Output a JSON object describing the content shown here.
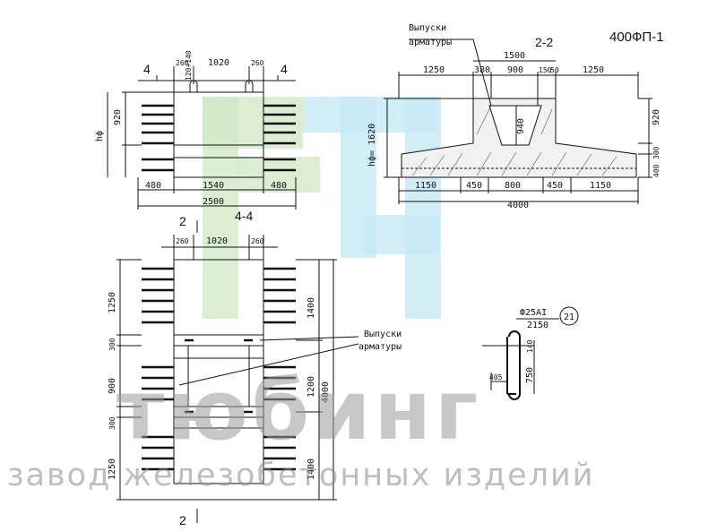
{
  "sheet": {
    "code": "400ФП-1"
  },
  "watermark": {
    "brand": "тюбинг",
    "subtitle": "завод железобетонных изделий"
  },
  "section_22": {
    "title": "2-2",
    "rebar_note_1": "Выпуски",
    "rebar_note_2": "арматуры",
    "top_dims": [
      "1250",
      "380",
      "900",
      "150",
      "50",
      "1250"
    ],
    "overall_top": "1500",
    "height_label": "hф= 1620",
    "right_dims": [
      "920",
      "300",
      "400"
    ],
    "inner_height": "940",
    "bottom_dims": [
      "1150",
      "450",
      "800",
      "450",
      "1150"
    ],
    "overall_bottom": "4000"
  },
  "elevation": {
    "cut_label": "4",
    "top_dims": [
      "260",
      "1020",
      "260"
    ],
    "loop_note": "120÷140",
    "height_label": "hф",
    "side_dim": "920",
    "bottom_dims": [
      "480",
      "1540",
      "480"
    ],
    "overall": "2500"
  },
  "plan_44": {
    "title": "4-4",
    "cut_label": "2",
    "top_dims": [
      "260",
      "1020",
      "260"
    ],
    "left_dims": [
      "1250",
      "300",
      "900",
      "300",
      "1250"
    ],
    "right_dims": [
      "1400",
      "1200",
      "1400"
    ],
    "overall": "4000",
    "rebar_note_1": "Выпуски",
    "rebar_note_2": "арматуры"
  },
  "detail": {
    "bar_spec": "Ф25АI",
    "length": "2150",
    "mark": "21",
    "dims": [
      "140",
      "405",
      "750"
    ]
  }
}
